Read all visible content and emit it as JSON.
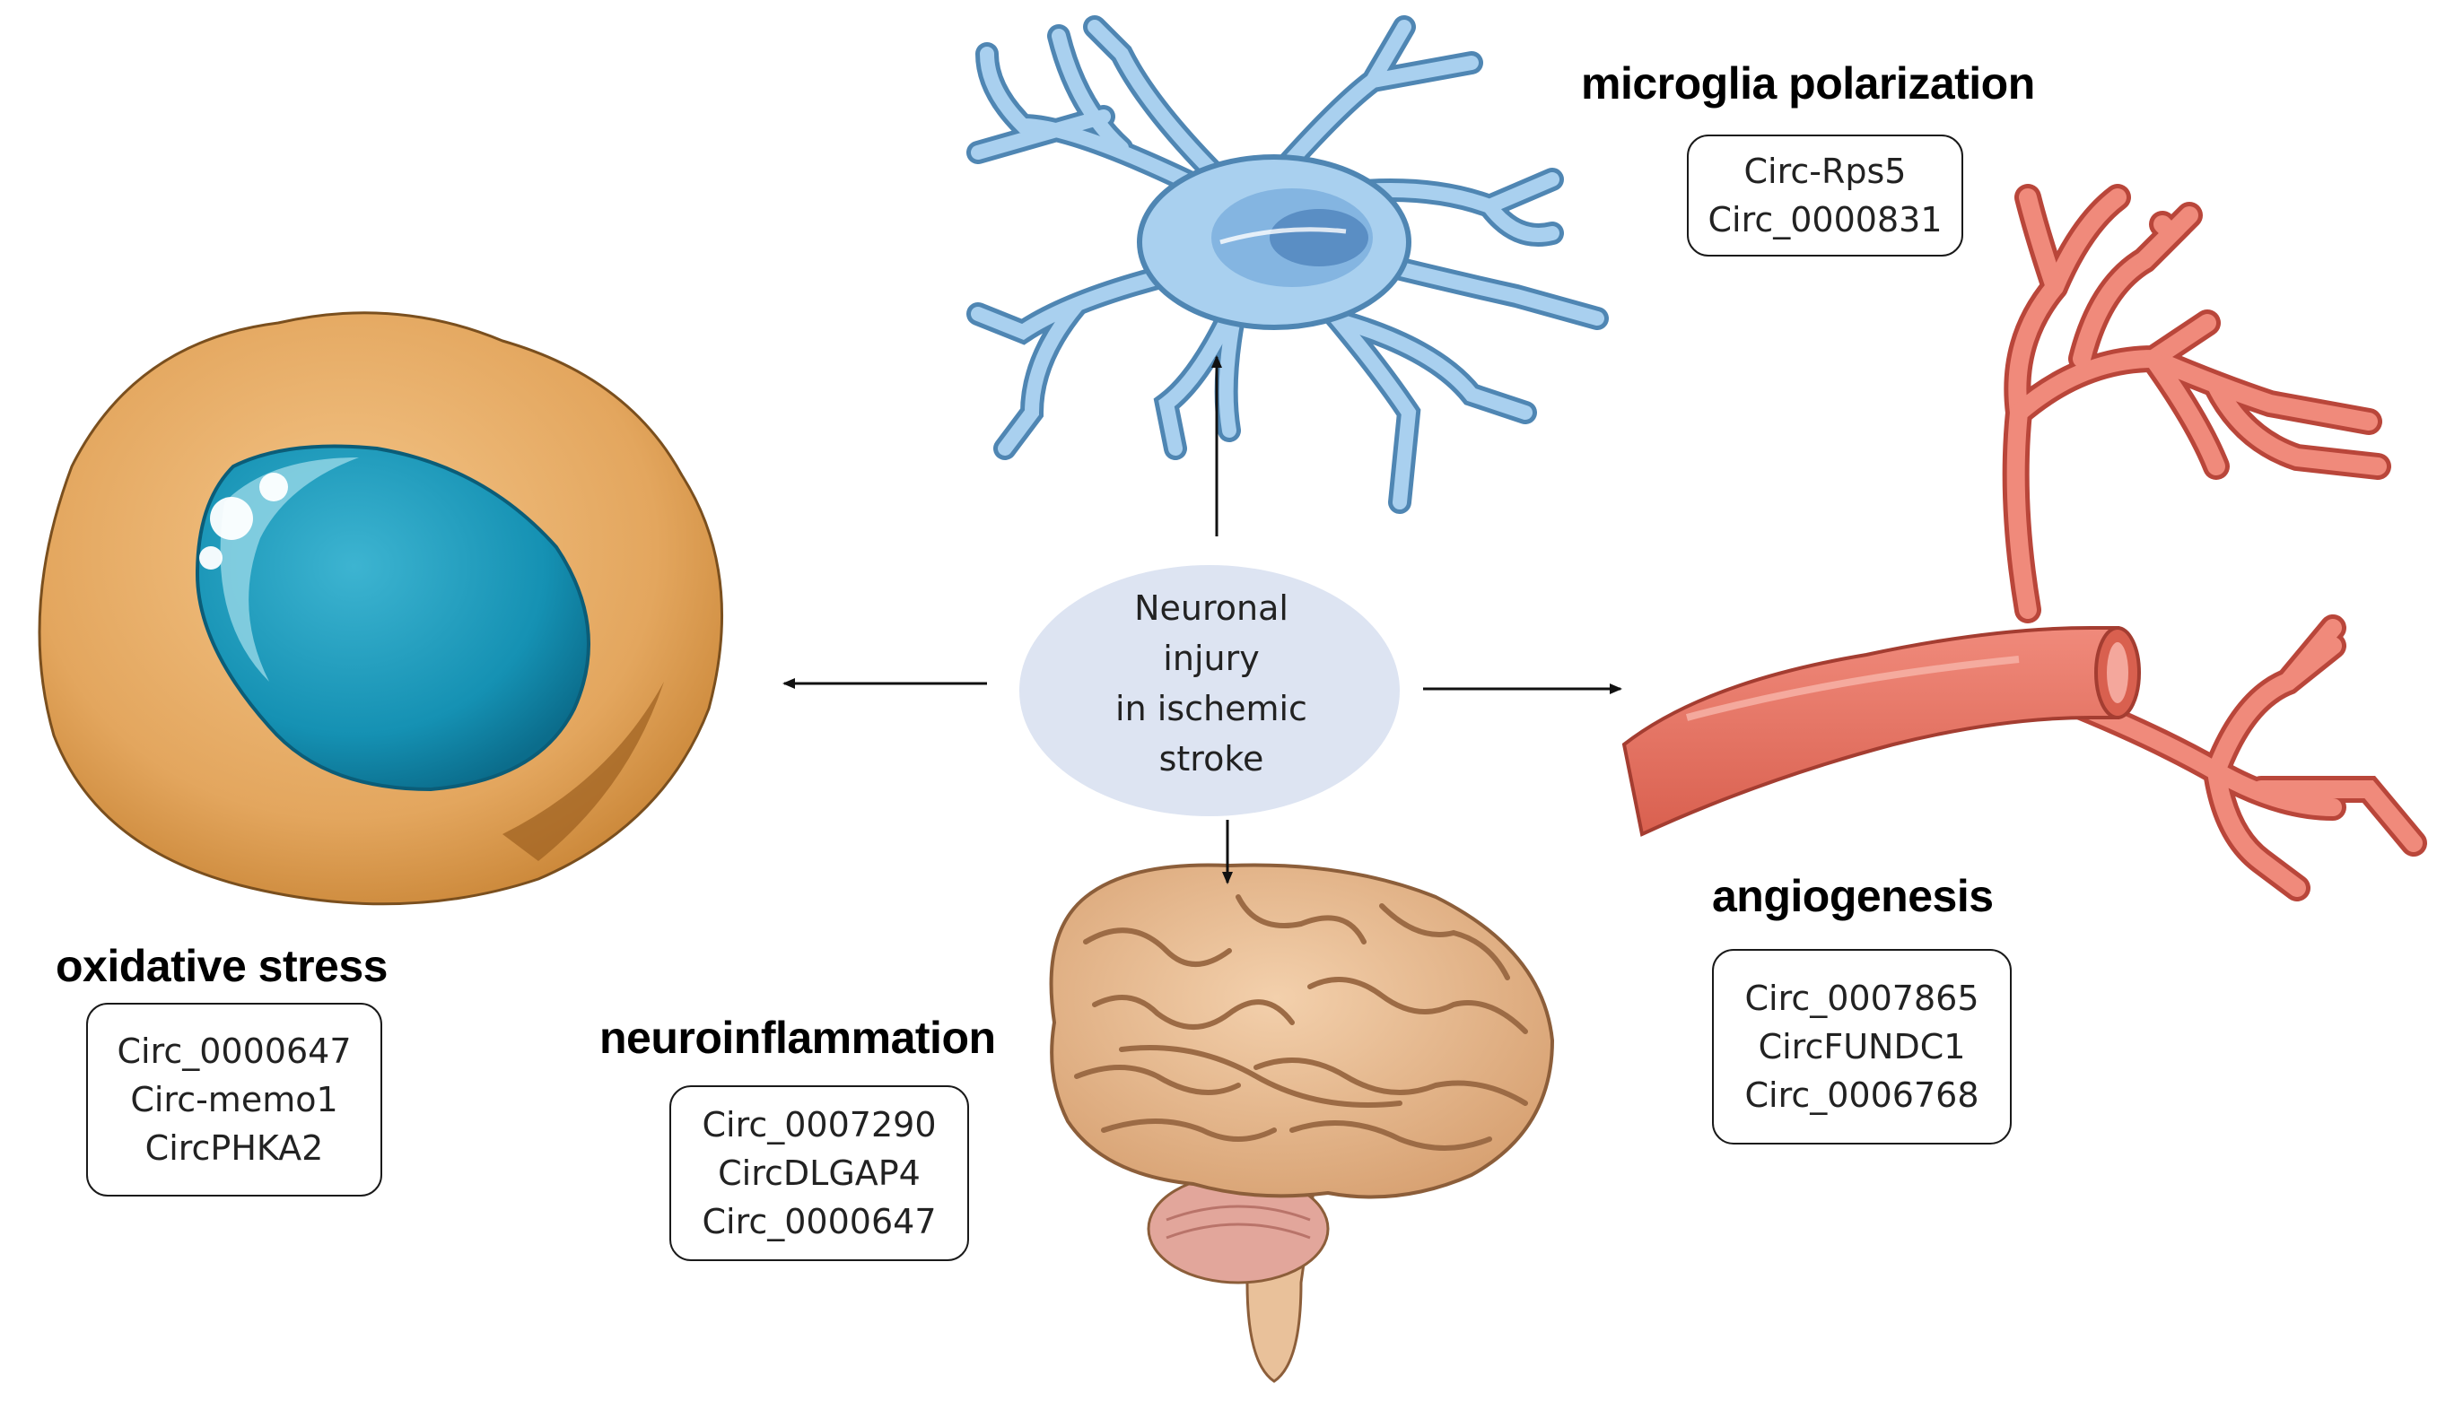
{
  "center": {
    "lines": [
      "Neuronal",
      "injury",
      "in ischemic",
      "stroke"
    ],
    "fill": "#dde4f2"
  },
  "mechanisms": {
    "microglia": {
      "title": "microglia polarization",
      "items": [
        "Circ-Rps5",
        "Circ_0000831"
      ],
      "illustration": "microglia-cell-icon",
      "color": "#8dbde4"
    },
    "oxidative": {
      "title": "oxidative stress",
      "items": [
        "Circ_0000647",
        "Circ-memo1",
        "CircPHKA2"
      ],
      "illustration": "cell-nucleus-icon",
      "color": "#e3a65e"
    },
    "neuroinflammation": {
      "title": "neuroinflammation",
      "items": [
        "Circ_0007290",
        "CircDLGAP4",
        "Circ_0000647"
      ],
      "illustration": "brain-icon",
      "color": "#e7bb92"
    },
    "angiogenesis": {
      "title": "angiogenesis",
      "items": [
        "Circ_0007865",
        "CircFUNDC1",
        "Circ_0006768"
      ],
      "illustration": "blood-vessel-icon",
      "color": "#e9796a"
    }
  }
}
